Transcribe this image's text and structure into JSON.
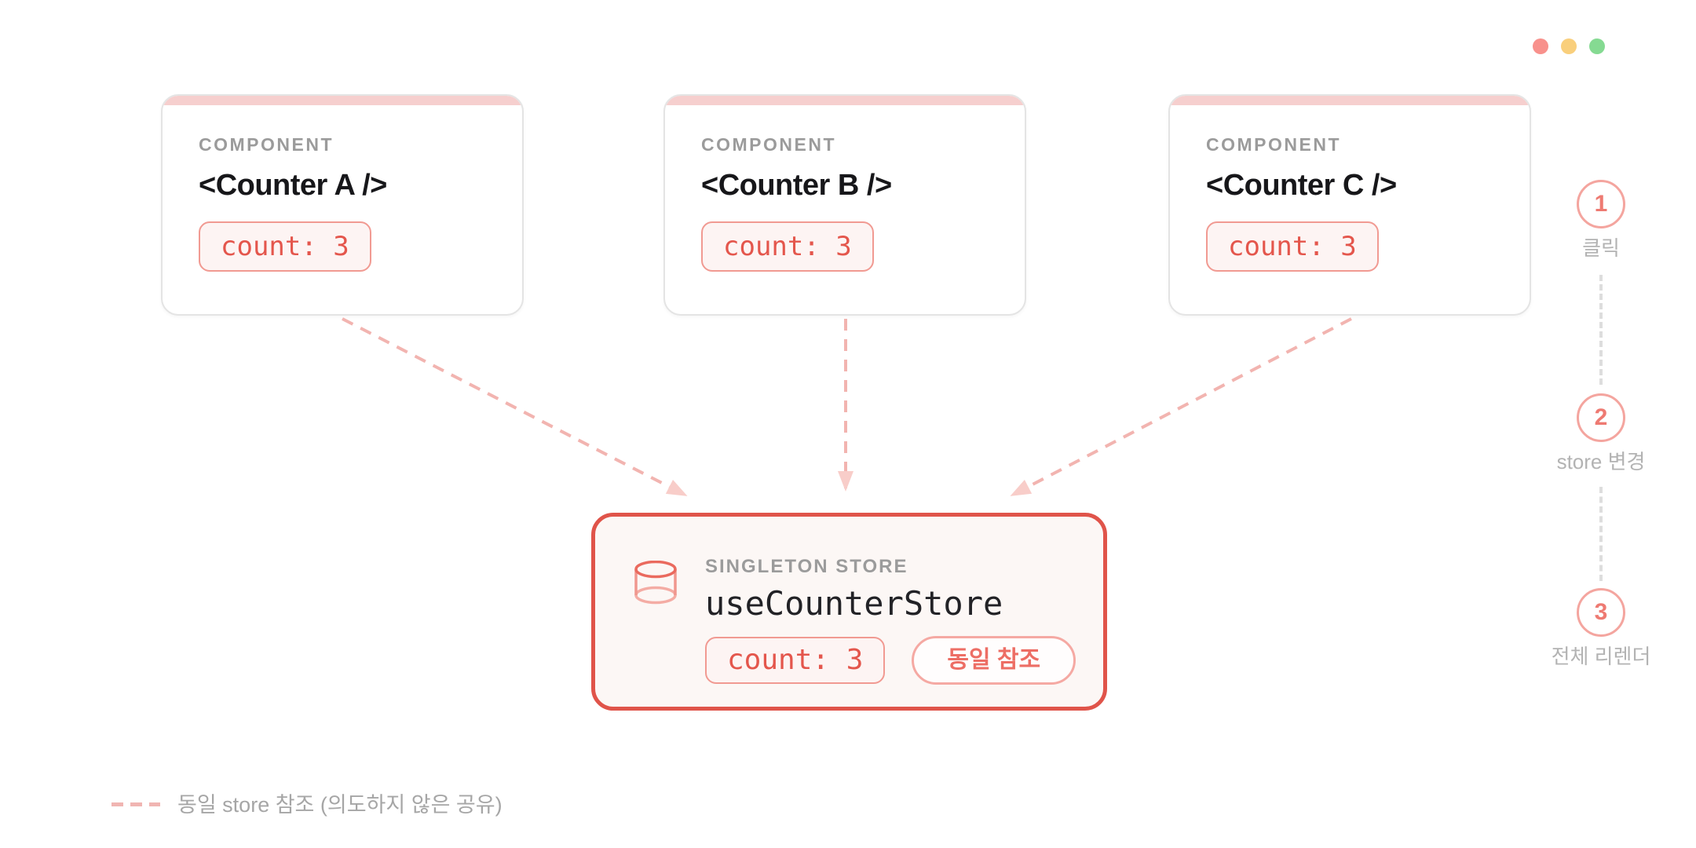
{
  "window": {
    "dots": [
      {
        "name": "red-dot",
        "color": "#f8918c"
      },
      {
        "name": "yellow-dot",
        "color": "#f9cf7c"
      },
      {
        "name": "green-dot",
        "color": "#85da92"
      }
    ]
  },
  "components": [
    {
      "kicker": "COMPONENT",
      "title": "<Counter A />",
      "badge": "count: 3"
    },
    {
      "kicker": "COMPONENT",
      "title": "<Counter B />",
      "badge": "count: 3"
    },
    {
      "kicker": "COMPONENT",
      "title": "<Counter C />",
      "badge": "count: 3"
    }
  ],
  "store": {
    "icon": "database-cylinder-icon",
    "kicker": "SINGLETON STORE",
    "title": "useCounterStore",
    "badge": "count: 3",
    "pill": "동일 참조"
  },
  "steps": [
    {
      "number": "1",
      "label": "클릭"
    },
    {
      "number": "2",
      "label": "store 변경"
    },
    {
      "number": "3",
      "label": "전체 리렌더"
    }
  ],
  "legend": {
    "text": "동일 store 참조 (의도하지 않은 공유)"
  },
  "colors": {
    "accent_red": "#e0544a",
    "badge_text": "#e4564c",
    "badge_bg": "#fdf4f3",
    "badge_border": "#f19a92",
    "card_border": "#e4e4e4",
    "card_strip": "#f6cfce",
    "arrow_dash": "#f2b4b0",
    "arrow_head": "#f8cdc9",
    "step_circle_border": "#f4a59f",
    "step_number": "#ee7a72",
    "muted_text": "#9b9b9b",
    "step_label_text": "#b3b3b3",
    "connector_gray": "#dddddd",
    "store_bg": "#fcf7f5"
  }
}
